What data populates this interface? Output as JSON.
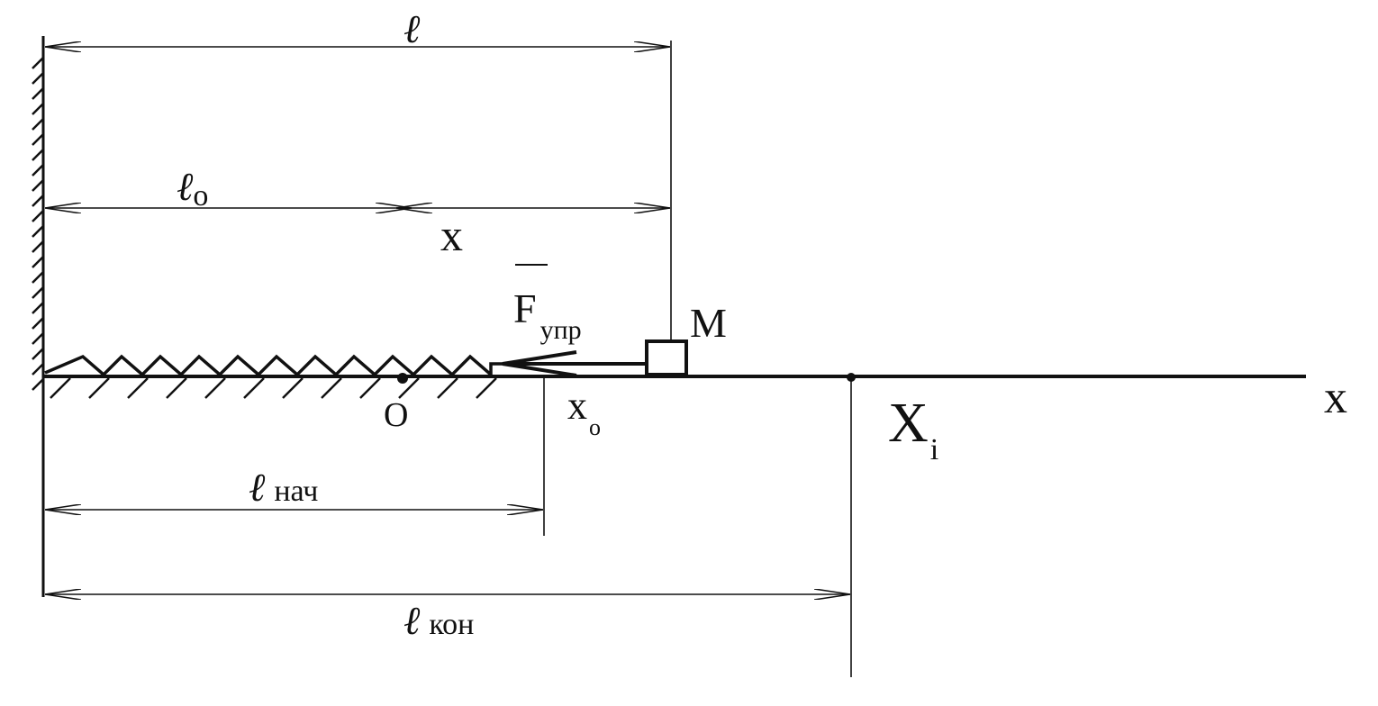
{
  "colors": {
    "ink": "#111111",
    "background": "#ffffff"
  },
  "labels": {
    "ell_symbol": "ℓ",
    "ell_zero_sub": "o",
    "x_dimension": "x",
    "force_main": "F",
    "force_sub": "упр",
    "mass": "M",
    "origin": "O",
    "x0_main": "x",
    "x0_sub": "o",
    "xi_main": "X",
    "xi_sub": "i",
    "axis": "x",
    "l_start_sub": "нач",
    "l_end_sub": "кон"
  }
}
